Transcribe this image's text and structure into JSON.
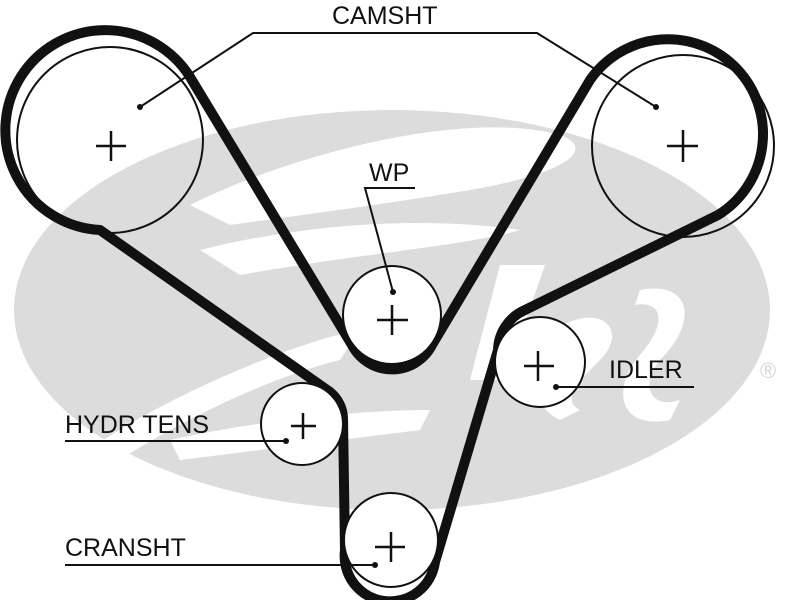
{
  "diagram": {
    "title": "Timing belt routing diagram",
    "watermark": {
      "brand": "Gates",
      "registered_mark": "®",
      "color": "#dcdcdc"
    },
    "colors": {
      "belt": "#111111",
      "pulley_outline": "#111111",
      "background": "#ffffff"
    },
    "labels": {
      "camshaft": "CAMSHT",
      "water_pump": "WP",
      "idler": "IDLER",
      "hydraulic_tensioner": "HYDR TENS",
      "crankshaft": "CRANSHT"
    },
    "pulleys": [
      {
        "id": "camshaft-left",
        "label_ref": "camshaft"
      },
      {
        "id": "camshaft-right",
        "label_ref": "camshaft"
      },
      {
        "id": "water-pump",
        "label_ref": "water_pump"
      },
      {
        "id": "idler",
        "label_ref": "idler"
      },
      {
        "id": "hydraulic-tensioner",
        "label_ref": "hydraulic_tensioner"
      },
      {
        "id": "crankshaft",
        "label_ref": "crankshaft"
      }
    ]
  }
}
